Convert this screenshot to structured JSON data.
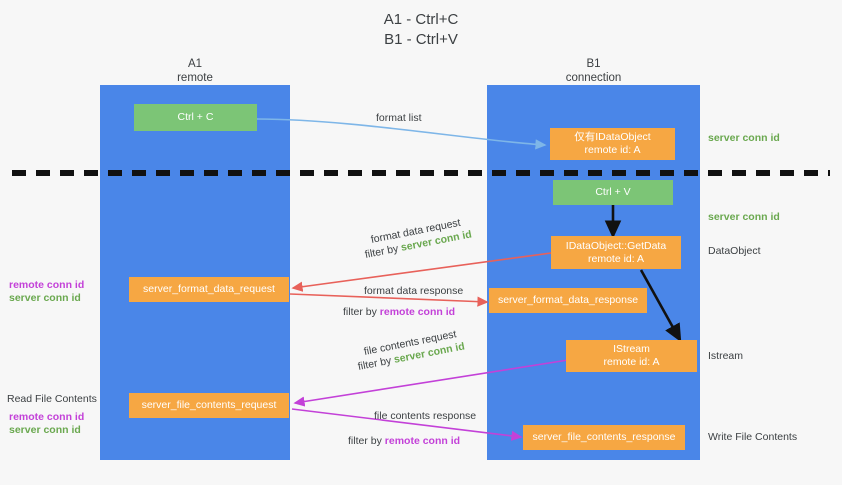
{
  "title": {
    "line1": "A1 - Ctrl+C",
    "line2": "B1 - Ctrl+V"
  },
  "columns": [
    {
      "name": "A1",
      "sub": "remote"
    },
    {
      "name": "B1",
      "sub": "connection"
    }
  ],
  "boxes": [
    {
      "id": "ctrl-c",
      "line1": "Ctrl + C",
      "line2": "",
      "color": "#7cc576"
    },
    {
      "id": "idataobject-first",
      "line1": "仅有IDataObject",
      "line2": "remote id: A",
      "color": "#f6a743"
    },
    {
      "id": "ctrl-v",
      "line1": "Ctrl + V",
      "line2": "",
      "color": "#7cc576"
    },
    {
      "id": "getdata",
      "line1": "IDataObject::GetData",
      "line2": "remote id: A",
      "color": "#f6a743"
    },
    {
      "id": "server-format-data-request",
      "line1": "server_format_data_request",
      "line2": "",
      "color": "#f6a743"
    },
    {
      "id": "server-format-data-response",
      "line1": "server_format_data_response",
      "line2": "",
      "color": "#f6a743"
    },
    {
      "id": "istream",
      "line1": "IStream",
      "line2": "remote id: A",
      "color": "#f6a743"
    },
    {
      "id": "server-file-contents-request",
      "line1": "server_file_contents_request",
      "line2": "",
      "color": "#f6a743"
    },
    {
      "id": "server-file-contents-response",
      "line1": "server_file_contents_response",
      "line2": "",
      "color": "#f6a743"
    }
  ],
  "right_labels": [
    {
      "id": "server-conn-id-1",
      "text": "server conn id",
      "color": "#6aa84f"
    },
    {
      "id": "server-conn-id-2",
      "text": "server conn id",
      "color": "#6aa84f"
    },
    {
      "id": "dataobject",
      "text": "DataObject",
      "color": "#3c4043"
    },
    {
      "id": "istream-label",
      "text": "Istream",
      "color": "#3c4043"
    },
    {
      "id": "write-file-contents",
      "text": "Write File Contents",
      "color": "#3c4043"
    }
  ],
  "left_labels": [
    {
      "id": "remote-conn-id-1",
      "text": "remote conn id",
      "color": "#c341d8"
    },
    {
      "id": "server-conn-id-3",
      "text": "server conn id",
      "color": "#6aa84f"
    },
    {
      "id": "read-file-contents",
      "text": "Read File Contents",
      "color": "#3c4043"
    },
    {
      "id": "remote-conn-id-2",
      "text": "remote conn id",
      "color": "#c341d8"
    },
    {
      "id": "server-conn-id-4",
      "text": "server conn id",
      "color": "#6aa84f"
    }
  ],
  "arrow_labels": {
    "format_list": "format list",
    "format_data_request": "format data request",
    "format_data_request_filter_prefix": "filter by ",
    "format_data_request_filter_value": "server conn id",
    "format_data_response": "format data response",
    "format_data_response_filter_prefix": "filter by ",
    "format_data_response_filter_value": "remote conn id",
    "file_contents_request": "file contents request",
    "file_contents_request_filter_prefix": "filter by ",
    "file_contents_request_filter_value": "server conn id",
    "file_contents_response": "file contents response",
    "file_contents_response_filter_prefix": "filter by ",
    "file_contents_response_filter_value": "remote conn id"
  },
  "colors": {
    "lane": "#4a86e8",
    "orange": "#f6a743",
    "green": "#7cc576",
    "green_text": "#6aa84f",
    "purple_text": "#c341d8",
    "arrow_blue": "#7eb6e8",
    "arrow_red": "#e8615a",
    "arrow_magenta": "#c341d8",
    "arrow_black": "#111111",
    "background": "#f7f7f7"
  }
}
